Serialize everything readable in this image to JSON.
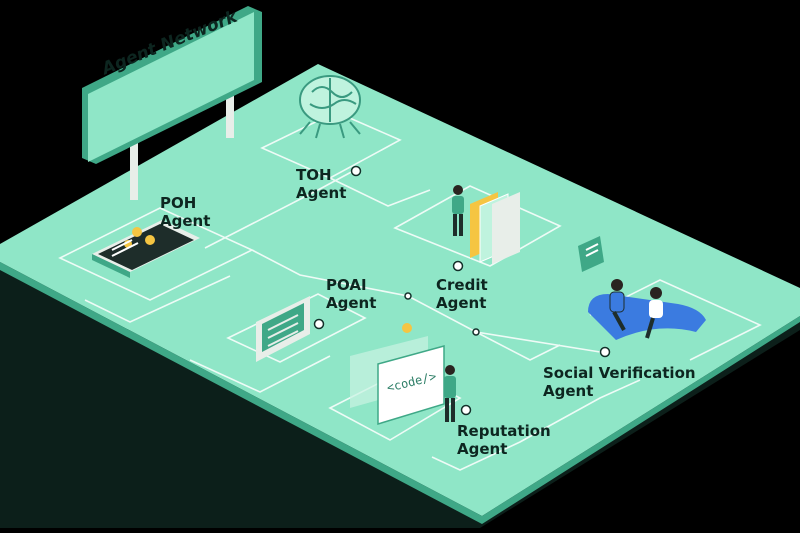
{
  "sign": {
    "title": "Agent Network"
  },
  "agents": {
    "toh": {
      "line1": "TOH",
      "line2": "Agent"
    },
    "poh": {
      "line1": "POH",
      "line2": "Agent"
    },
    "poai": {
      "line1": "POAI",
      "line2": "Agent"
    },
    "credit": {
      "line1": "Credit",
      "line2": "Agent"
    },
    "social": {
      "line1": "Social Verification",
      "line2": "Agent"
    },
    "reputation": {
      "line1": "Reputation",
      "line2": "Agent"
    }
  },
  "screen_code": {
    "text": "<code/>"
  },
  "colors": {
    "floor": "#8fe6c7",
    "floor_edge": "#3fa887",
    "line": "#ffffff",
    "dark": "#13302a",
    "accent": "#f5c542",
    "sofa": "#3b7be0"
  },
  "icons": [
    "brain-chip-icon",
    "phone-coins-icon",
    "form-panel-icon",
    "code-screen-icon",
    "mobile-cards-icon",
    "people-sofa-icon",
    "chat-bubble-icon"
  ]
}
